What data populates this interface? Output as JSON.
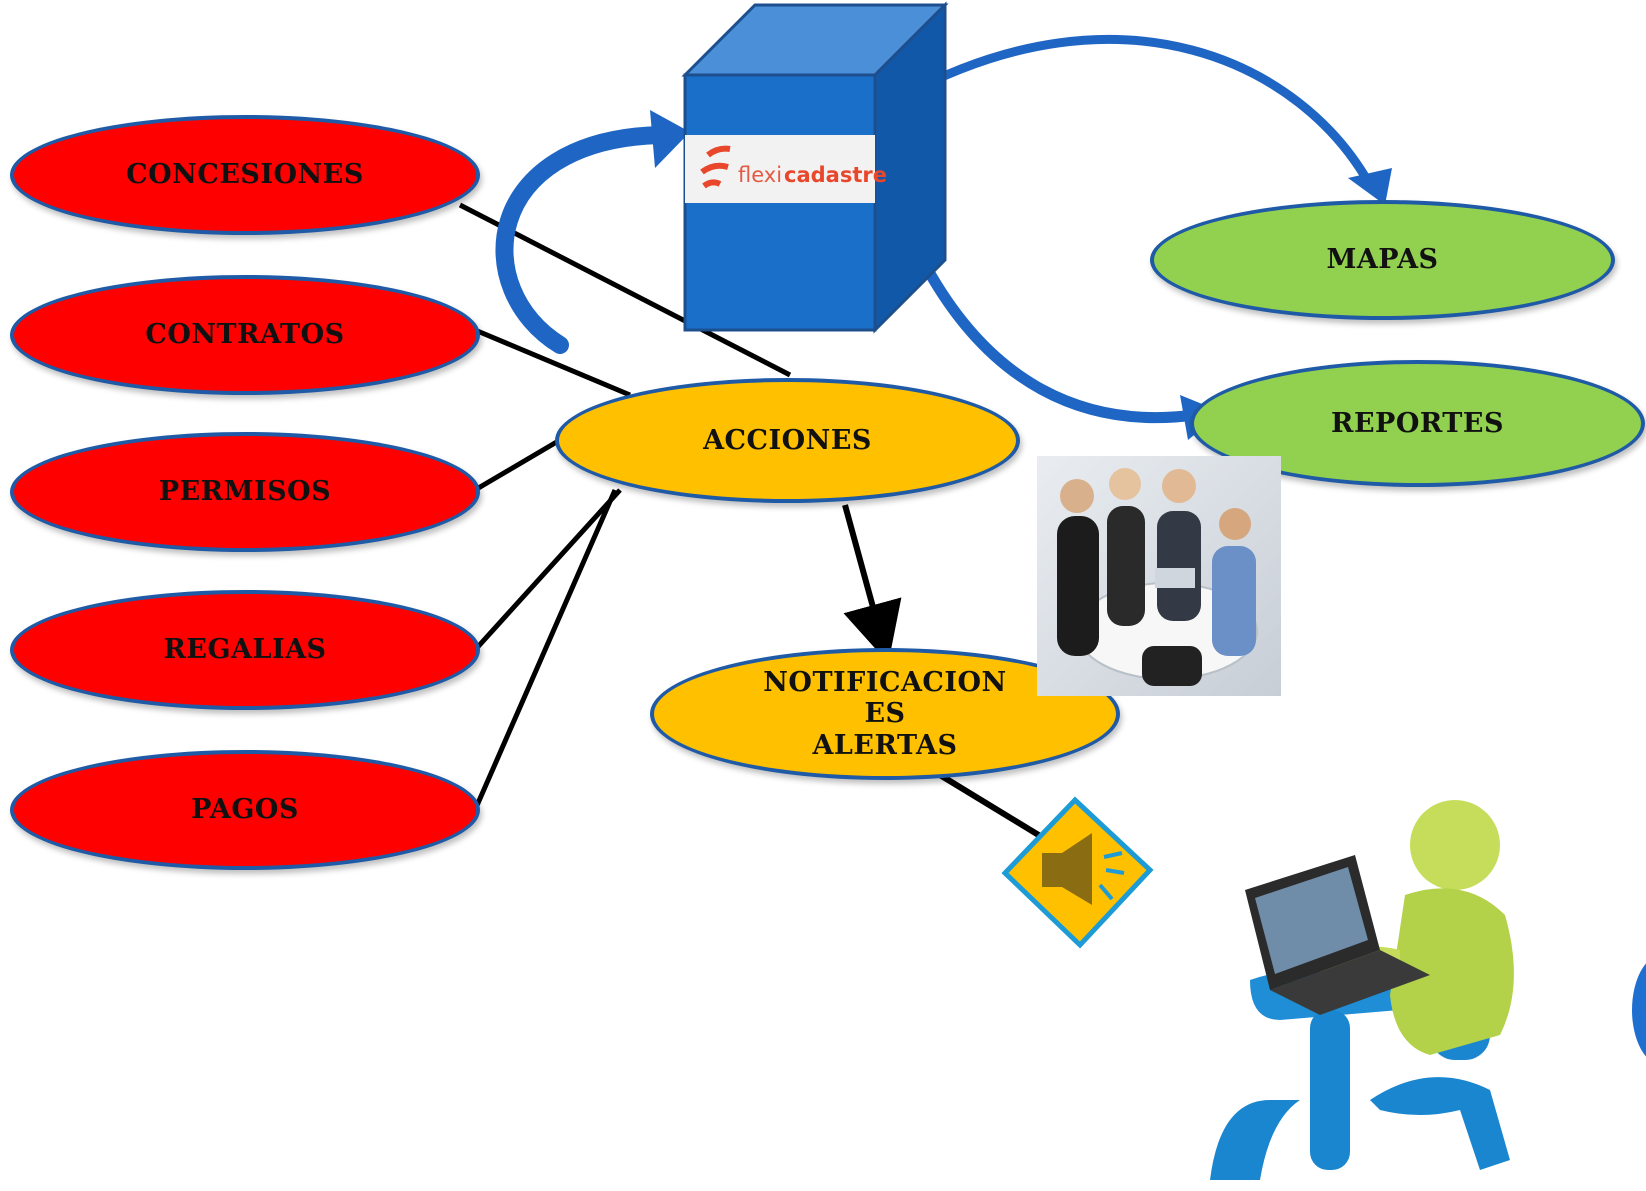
{
  "diagram": {
    "left_nodes": [
      {
        "label": "CONCESIONES"
      },
      {
        "label": "CONTRATOS"
      },
      {
        "label": "PERMISOS"
      },
      {
        "label": "REGALIAS"
      },
      {
        "label": "PAGOS"
      }
    ],
    "center_node": {
      "label": "ACCIONES"
    },
    "notify_node": {
      "lines": [
        "NOTIFICACION",
        "ES",
        "ALERTAS"
      ]
    },
    "right_nodes": [
      {
        "label": "MAPAS"
      },
      {
        "label": "REPORTES"
      }
    ],
    "server": {
      "logo_text_a": "flexi",
      "logo_text_b": "cadastre"
    },
    "colors": {
      "left": "#ff0000",
      "right": "#92d050",
      "center": "#ffc000",
      "border": "#1f5aa6",
      "server": "#1a6fc9",
      "arrow": "#1f66c4"
    },
    "icons": [
      "server-icon",
      "team-meeting-photo",
      "alert-speaker-icon",
      "user-at-laptop-figure"
    ]
  }
}
